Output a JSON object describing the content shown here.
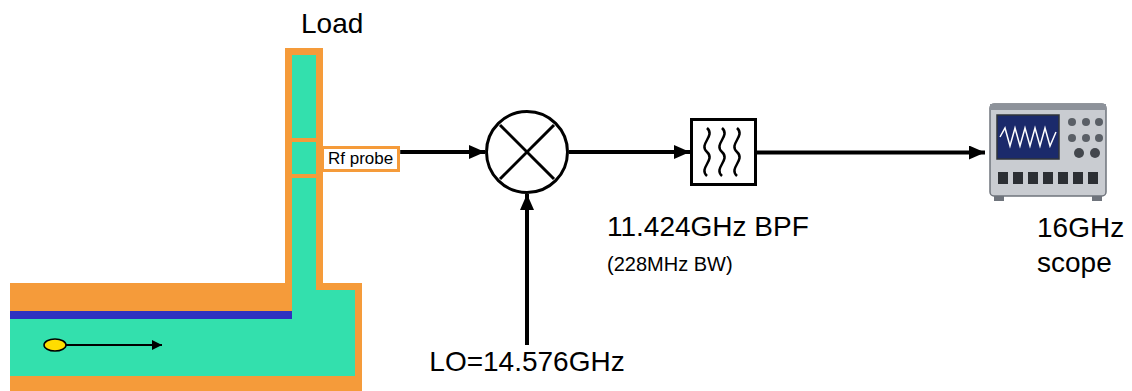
{
  "diagram": {
    "nodes": [
      {
        "text": [
          "Load"
        ]
      },
      {
        "text": [
          "Rf probe"
        ]
      },
      {
        "text": []
      },
      {
        "text": [
          "11.424GHz BPF",
          "(228MHz BW)"
        ]
      },
      {
        "text": [
          "16GHz scope"
        ]
      },
      {
        "text": [
          "LO=14.576GHz"
        ]
      }
    ],
    "edges": [
      {
        "from": 1,
        "to": 2,
        "arrow": "to"
      },
      {
        "from": 5,
        "to": 2,
        "arrow": "to"
      },
      {
        "from": 2,
        "to": 3,
        "arrow": "to"
      },
      {
        "from": 3,
        "to": 4,
        "arrow": "to"
      }
    ]
  }
}
